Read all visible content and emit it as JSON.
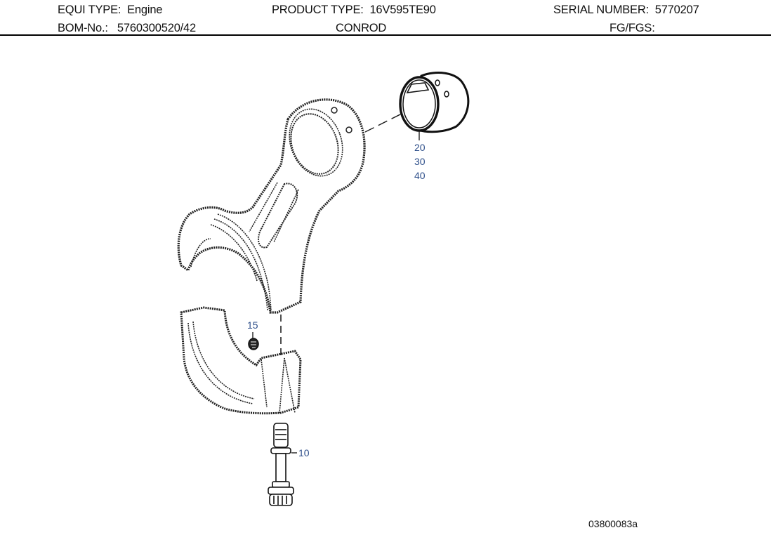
{
  "header": {
    "equi_type_label": "EQUI TYPE:",
    "equi_type_value": "Engine",
    "product_type_label": "PRODUCT TYPE:",
    "product_type_value": "16V595TE90",
    "serial_number_label": "SERIAL NUMBER:",
    "serial_number_value": "5770207",
    "bom_label": "BOM-No.:",
    "bom_value": "5760300520/42",
    "assembly_name": "CONROD",
    "fg_label": "FG/FGS:",
    "fg_value": ""
  },
  "drawing": {
    "callouts": [
      {
        "id": "bushing",
        "labels": [
          "20",
          "30",
          "40"
        ]
      },
      {
        "id": "dowel-pin",
        "labels": [
          "15"
        ]
      },
      {
        "id": "bolt",
        "labels": [
          "10"
        ]
      }
    ],
    "figure_number": "03800083a",
    "callout_color": "#2e4f8a"
  }
}
